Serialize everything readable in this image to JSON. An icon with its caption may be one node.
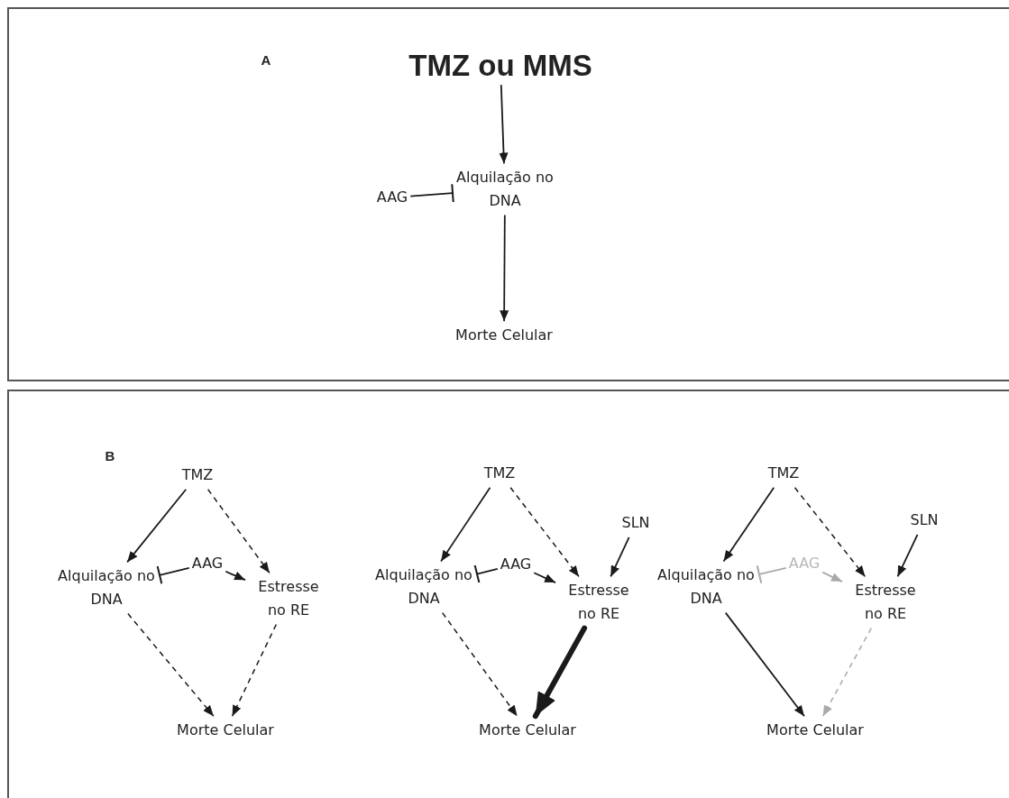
{
  "diagram": {
    "nodes": [
      {
        "text": [
          "A"
        ]
      },
      {
        "text": [
          "TMZ ou MMS"
        ],
        "in": 0
      },
      {
        "text": [
          "Alquilação no DNA"
        ],
        "in": 0
      },
      {
        "text": [
          "AAG"
        ],
        "in": 0
      },
      {
        "text": [
          "Morte Celular"
        ],
        "in": 0
      },
      {
        "text": [
          "B"
        ]
      },
      {
        "text": [
          "TMZ"
        ],
        "in": 5
      },
      {
        "text": [
          "Alquilação no DNA"
        ],
        "in": 5
      },
      {
        "text": [
          "AAG"
        ],
        "in": 5
      },
      {
        "text": [
          "Estresse no RE"
        ],
        "in": 5
      },
      {
        "text": [
          "Morte Celular"
        ],
        "in": 5
      },
      {
        "text": [
          "TMZ"
        ],
        "in": 5
      },
      {
        "text": [
          "SLN"
        ],
        "in": 5
      },
      {
        "text": [
          "Alquilação no DNA"
        ],
        "in": 5
      },
      {
        "text": [
          "AAG"
        ],
        "in": 5
      },
      {
        "text": [
          "Estresse no RE"
        ],
        "in": 5
      },
      {
        "text": [
          "Morte Celular"
        ],
        "in": 5
      },
      {
        "text": [
          "TMZ"
        ],
        "in": 5
      },
      {
        "text": [
          "SLN"
        ],
        "in": 5
      },
      {
        "text": [
          "Alquilação no DNA"
        ],
        "in": 5
      },
      {
        "text": [
          "AAG"
        ],
        "in": 5
      },
      {
        "text": [
          "Estresse no RE"
        ],
        "in": 5
      },
      {
        "text": [
          "Morte Celular"
        ],
        "in": 5
      }
    ],
    "edges": [
      {
        "from": 1,
        "to": 2,
        "arrow": "to"
      },
      {
        "from": 3,
        "to": 2,
        "arrow": "other"
      },
      {
        "from": 2,
        "to": 4,
        "arrow": "to"
      },
      {
        "from": 6,
        "to": 7,
        "arrow": "to"
      },
      {
        "from": 6,
        "to": 9,
        "arrow": "to",
        "style": "dashed"
      },
      {
        "from": 8,
        "to": 7,
        "arrow": "other"
      },
      {
        "from": 8,
        "to": 9,
        "arrow": "to"
      },
      {
        "from": 7,
        "to": 10,
        "arrow": "to",
        "style": "dashed"
      },
      {
        "from": 9,
        "to": 10,
        "arrow": "to",
        "style": "dashed"
      },
      {
        "from": 11,
        "to": 13,
        "arrow": "to"
      },
      {
        "from": 11,
        "to": 15,
        "arrow": "to",
        "style": "dashed"
      },
      {
        "from": 12,
        "to": 15,
        "arrow": "to"
      },
      {
        "from": 14,
        "to": 13,
        "arrow": "other"
      },
      {
        "from": 14,
        "to": 15,
        "arrow": "to"
      },
      {
        "from": 13,
        "to": 16,
        "arrow": "to",
        "style": "dashed"
      },
      {
        "from": 15,
        "to": 16,
        "arrow": "to",
        "style": "thick"
      },
      {
        "from": 17,
        "to": 19,
        "arrow": "to"
      },
      {
        "from": 17,
        "to": 21,
        "arrow": "to",
        "style": "dashed"
      },
      {
        "from": 18,
        "to": 21,
        "arrow": "to"
      },
      {
        "from": 20,
        "to": 19,
        "arrow": "other",
        "color": "#aaaaaa"
      },
      {
        "from": 20,
        "to": 21,
        "arrow": "to",
        "color": "#aaaaaa"
      },
      {
        "from": 19,
        "to": 22,
        "arrow": "to"
      },
      {
        "from": 21,
        "to": 22,
        "arrow": "to",
        "style": "dashed",
        "color": "#aaaaaa"
      }
    ]
  }
}
